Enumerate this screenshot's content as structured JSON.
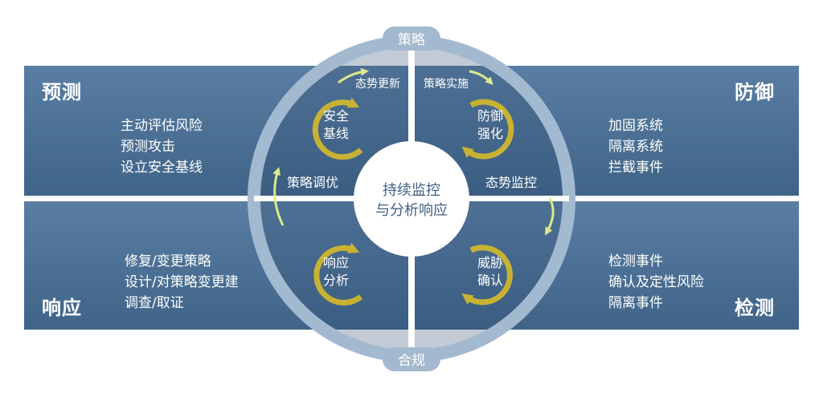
{
  "quadrants": {
    "predict": {
      "title": "预测",
      "items": [
        "主动评估风险",
        "预测攻击",
        "设立安全基线"
      ]
    },
    "defend": {
      "title": "防御",
      "items": [
        "加固系统",
        "隔离系统",
        "拦截事件"
      ]
    },
    "respond": {
      "title": "响应",
      "items": [
        "修复/变更策略",
        "设计/对策略变更建",
        "调查/取证"
      ]
    },
    "detect": {
      "title": "检测",
      "items": [
        "检测事件",
        "确认及定性风险",
        "隔离事件"
      ]
    }
  },
  "ring": {
    "top": "策略",
    "bottom": "合规"
  },
  "center": {
    "line1": "持续监控",
    "line2": "与分析响应"
  },
  "cycles": {
    "tl": {
      "line1": "安全",
      "line2": "基线"
    },
    "tr": {
      "line1": "防御",
      "line2": "强化"
    },
    "bl": {
      "line1": "响应",
      "line2": "分析"
    },
    "br": {
      "line1": "威胁",
      "line2": "确认"
    }
  },
  "transitions": {
    "top_left": "态势更新",
    "top_right": "策略实施",
    "mid_left": "策略调优",
    "mid_right": "态势监控"
  },
  "colors": {
    "panel": "#4a6f95",
    "ring": "#a3b9cf",
    "center_bg": "#ffffff",
    "center_text": "#3f5f82",
    "cycle_arrow": "#c8b234",
    "flow_arrow": "#dce98c"
  }
}
